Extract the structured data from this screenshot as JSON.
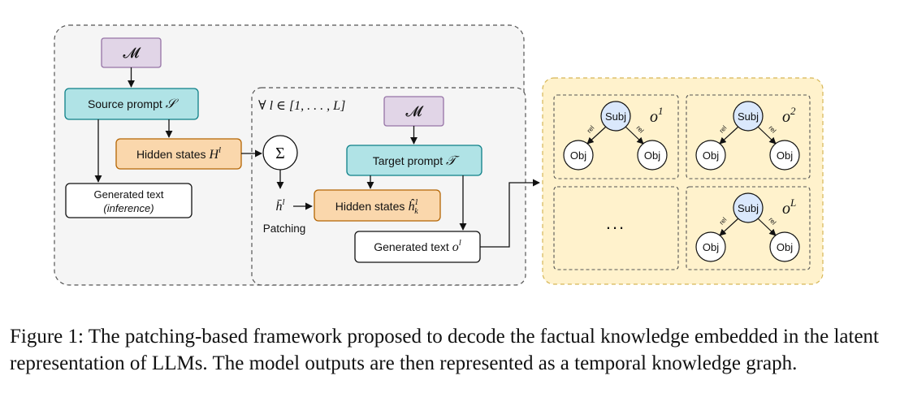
{
  "left_panel": {
    "model_symbol": "𝓜",
    "source_prompt_label": "Source prompt",
    "source_prompt_symbol": "𝒮",
    "hidden_states_label": "Hidden states",
    "hidden_states_var": "H",
    "hidden_states_sup": "l",
    "sum_symbol": "Σ",
    "generated_text_line1": "Generated text",
    "generated_text_line2": "(inference)"
  },
  "middle_panel": {
    "layer_range": "∀ l ∈ [1, . . . , L]",
    "model_symbol": "𝓜",
    "target_prompt_label": "Target prompt",
    "target_prompt_symbol": "𝒯",
    "hbar_var": "h̄",
    "hbar_sup": "l",
    "patching_label": "Patching",
    "hidden_states_label": "Hidden states",
    "hidden_hat_var": "ĥ",
    "hidden_hat_sup": "1",
    "hidden_hat_sub": "k",
    "generated_text_label": "Generated text",
    "generated_text_var": "o",
    "generated_text_sup": "l"
  },
  "graph_panel": {
    "subj_label": "Subj",
    "obj_label": "Obj",
    "rel_label": "rel",
    "output_var": "o",
    "graphs": [
      {
        "sup": "1"
      },
      {
        "sup": "2"
      },
      {
        "sup": "L"
      }
    ],
    "ellipsis": "..."
  },
  "caption": "Figure 1: The patching-based framework proposed to decode the factual knowledge embedded in the latent representation of LLMs. The model outputs are then represented as a temporal knowledge graph.",
  "colors": {
    "model_fill": "#e1d5e7",
    "model_stroke": "#9673a6",
    "prompt_fill": "#b0e3e6",
    "prompt_stroke": "#0e8088",
    "hidden_fill": "#fad7ac",
    "hidden_stroke": "#b46504",
    "subj_fill": "#dae8fc",
    "graph_bg": "#fff2cc",
    "graph_border": "#d6b656",
    "panel_bg": "#f5f5f5"
  }
}
